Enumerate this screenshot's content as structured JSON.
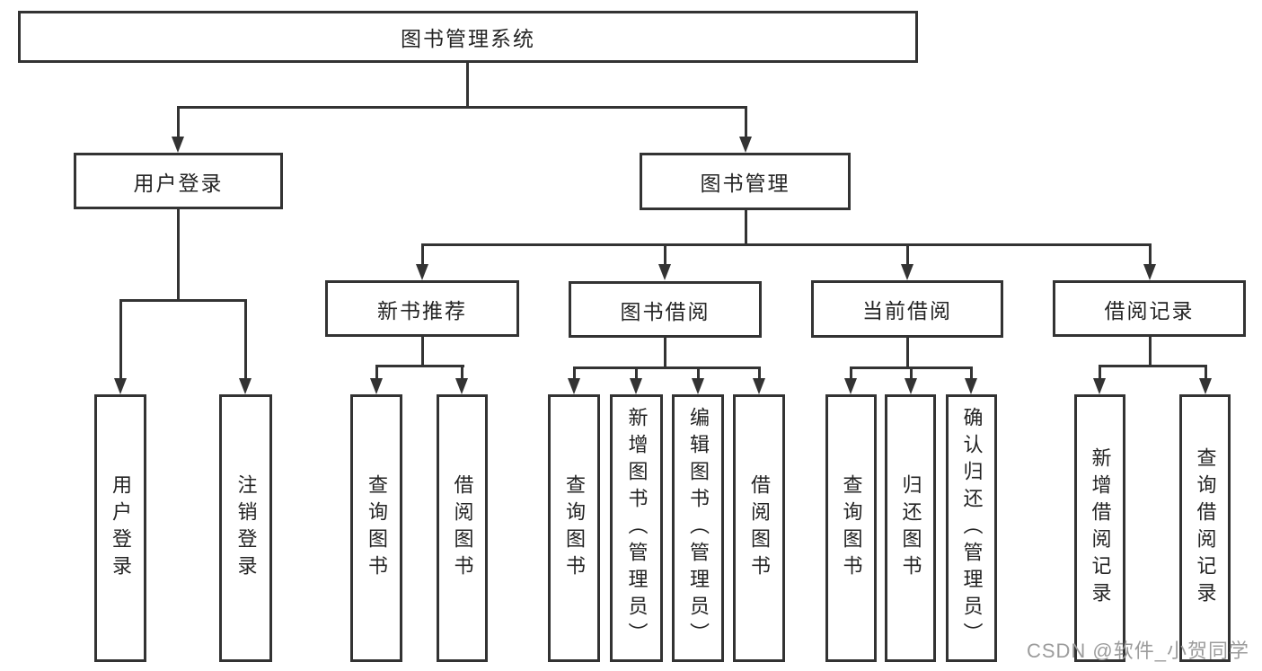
{
  "diagram": {
    "type": "hierarchy",
    "title": "图书管理系统"
  },
  "nodes": {
    "root": "图书管理系统",
    "l2": [
      "用户登录",
      "图书管理"
    ],
    "l3": [
      "新书推荐",
      "图书借阅",
      "当前借阅",
      "借阅记录"
    ],
    "leaves": [
      "用户登录",
      "注销登录",
      "查询图书",
      "借阅图书",
      "查询图书",
      "新增图书（管理员）",
      "编辑图书（管理员）",
      "借阅图书",
      "查询图书",
      "归还图书",
      "确认归还（管理员）",
      "新增借阅记录",
      "查询借阅记录"
    ]
  },
  "hierarchy": {
    "图书管理系统": [
      "用户登录",
      "图书管理"
    ],
    "用户登录": [
      "用户登录",
      "注销登录"
    ],
    "图书管理": [
      "新书推荐",
      "图书借阅",
      "当前借阅",
      "借阅记录"
    ],
    "新书推荐": [
      "查询图书",
      "借阅图书"
    ],
    "图书借阅": [
      "查询图书",
      "新增图书（管理员）",
      "编辑图书（管理员）",
      "借阅图书"
    ],
    "当前借阅": [
      "查询图书",
      "归还图书",
      "确认归还（管理员）"
    ],
    "借阅记录": [
      "新增借阅记录",
      "查询借阅记录"
    ]
  },
  "watermark": {
    "text": "CSDN @软件_小贺同学"
  },
  "colors": {
    "line": "#333333",
    "box_background": "#ffffff",
    "text": "#242424",
    "watermark": "#9c9c9c",
    "page_background": "#ffffff"
  }
}
